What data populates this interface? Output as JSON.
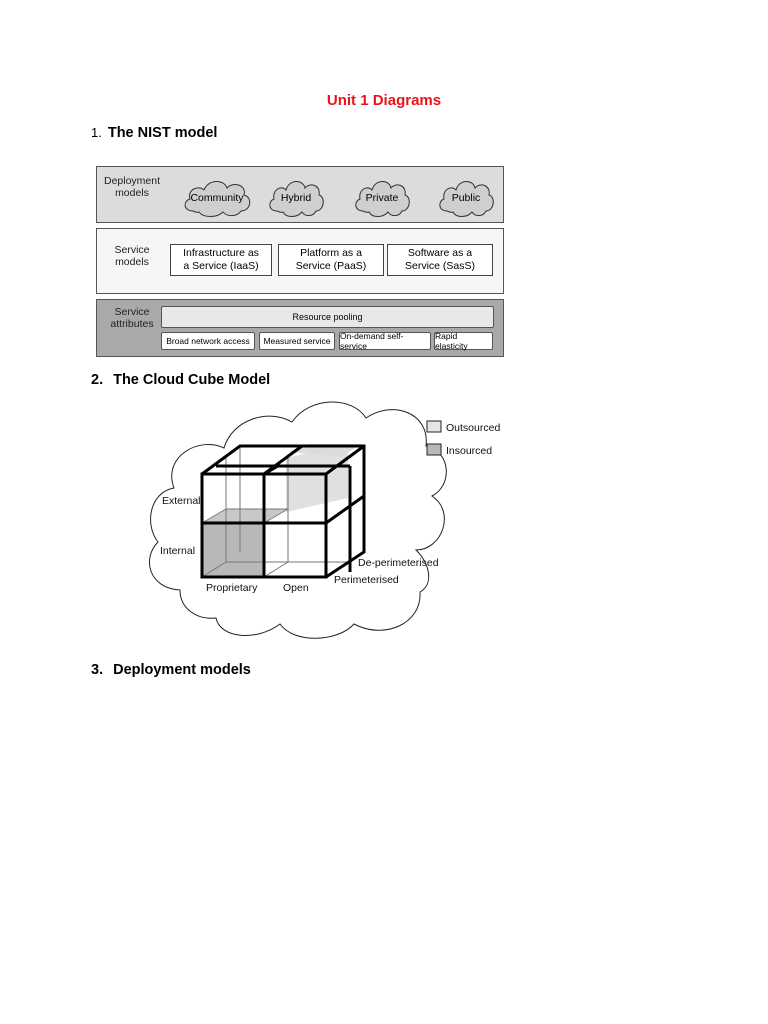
{
  "title": "Unit 1 Diagrams",
  "sections": [
    {
      "number": "1.",
      "heading": "The NIST model"
    },
    {
      "number": "2.",
      "heading": "The Cloud Cube Model"
    },
    {
      "number": "3.",
      "heading": "Deployment models"
    }
  ],
  "nist": {
    "deployment_label": "Deployment models",
    "deployment_models": [
      "Community",
      "Hybrid",
      "Private",
      "Public"
    ],
    "service_label": "Service models",
    "service_models": [
      {
        "line1": "Infrastructure as",
        "line2": "a Service (IaaS)"
      },
      {
        "line1": "Platform as a",
        "line2": "Service (PaaS)"
      },
      {
        "line1": "Software as a",
        "line2": "Service (SasS)"
      }
    ],
    "attributes_label": "Service attributes",
    "resource_pooling": "Resource pooling",
    "attributes": [
      "Broad network access",
      "Measured service",
      "On-demand self-service",
      "Rapid elasticity"
    ]
  },
  "cube": {
    "legend": [
      "Outsourced",
      "Insourced"
    ],
    "legend_colors": [
      "#e6e6e6",
      "#b8b8b8"
    ],
    "labels": {
      "external": "External",
      "internal": "Internal",
      "proprietary": "Proprietary",
      "open": "Open",
      "perimeterised": "Perimeterised",
      "deperimeterised": "De-perimeterised"
    }
  }
}
